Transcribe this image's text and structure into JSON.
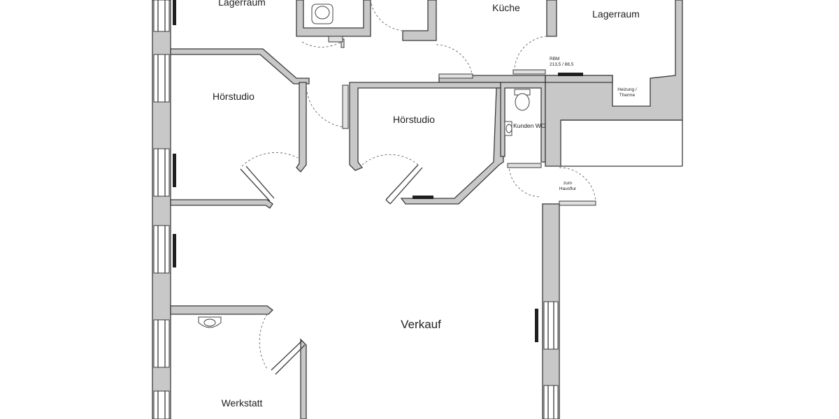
{
  "rooms": {
    "lager_top_left": "Lagerraum",
    "kueche": "Küche",
    "lager_right": "Lagerraum",
    "hoerstudio_left": "Hörstudio",
    "hoerstudio_center": "Hörstudio",
    "kunden_wc": "Kunden WC",
    "verkauf": "Verkauf",
    "werkstatt": "Werkstatt"
  },
  "annotations": {
    "rbm_title": "RBM",
    "rbm_size": "213,5 / 88,5",
    "heizung_line1": "Heizung /",
    "heizung_line2": "Therme",
    "hausflur_line1": "zum",
    "hausflur_line2": "Hausflur"
  }
}
